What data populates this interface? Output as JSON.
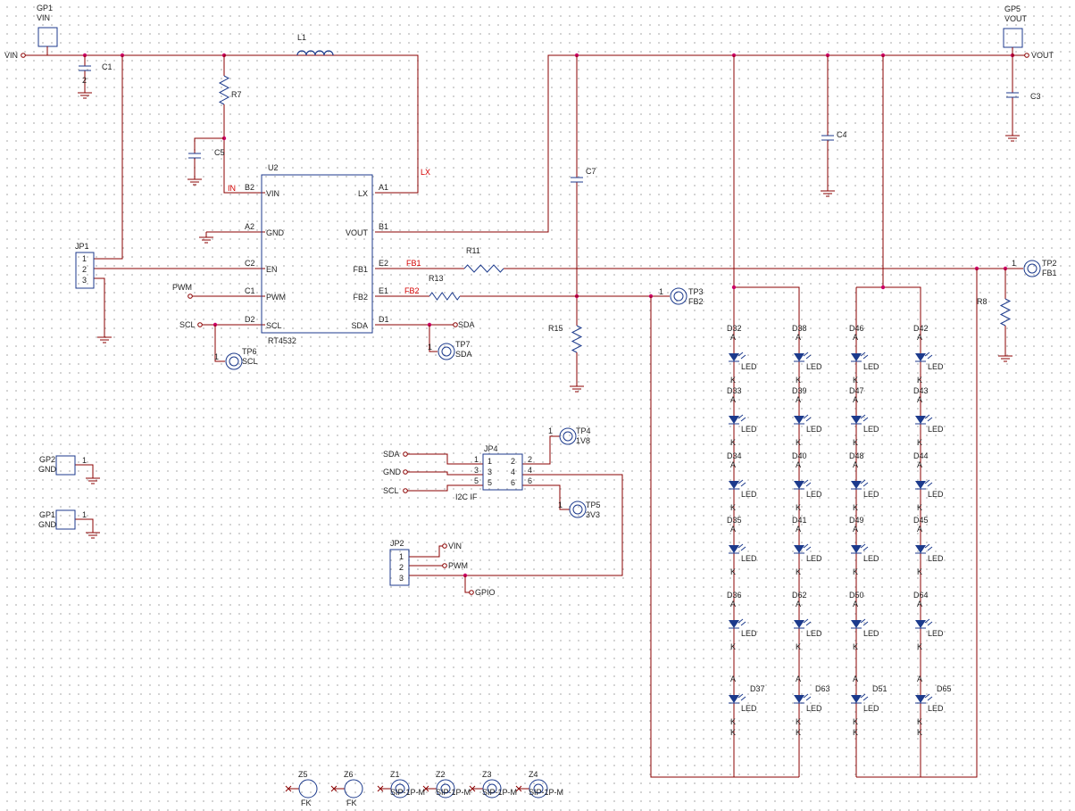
{
  "colors": {
    "wire": "#8b0000",
    "part": "#1c3a8c",
    "red_label": "#d40000",
    "text": "#222222",
    "dot": "#cc0066"
  },
  "u2": {
    "ref": "U2",
    "part": "RT4532",
    "left_pins": [
      {
        "num": "B2",
        "name": "VIN"
      },
      {
        "num": "A2",
        "name": "GND"
      },
      {
        "num": "C2",
        "name": "EN"
      },
      {
        "num": "C1",
        "name": "PWM"
      },
      {
        "num": "D2",
        "name": "SCL"
      }
    ],
    "right_pins": [
      {
        "num": "A1",
        "name": "LX"
      },
      {
        "num": "B1",
        "name": "VOUT"
      },
      {
        "num": "E2",
        "name": "FB1"
      },
      {
        "num": "E1",
        "name": "FB2"
      },
      {
        "num": "D1",
        "name": "SDA"
      }
    ]
  },
  "nets": {
    "vin": "VIN",
    "vout": "VOUT",
    "lx": "LX",
    "in": "IN",
    "fb1": "FB1",
    "fb2": "FB2",
    "pwm": "PWM",
    "scl": "SCL",
    "sda": "SDA",
    "gnd": "GND",
    "gpio": "GPIO"
  },
  "parts": {
    "l1": "L1",
    "r7": "R7",
    "r11": "R11",
    "r13": "R13",
    "r15": "R15",
    "r8": "R8",
    "c1": "C1",
    "c3": "C3",
    "c4": "C4",
    "c5": "C5",
    "c7": "C7",
    "pin1": "1",
    "pin2": "2",
    "pin3": "3",
    "pin4": "4",
    "pin5": "5",
    "pin6": "6"
  },
  "testpoints": {
    "tp2": [
      "TP2",
      "FB1"
    ],
    "tp3": [
      "TP3",
      "FB2"
    ],
    "tp4": [
      "TP4",
      "1V8"
    ],
    "tp5": [
      "TP5",
      "3V3"
    ],
    "tp6": [
      "TP6",
      "SCL"
    ],
    "tp7": [
      "TP7",
      "SDA"
    ]
  },
  "connectors": {
    "gp1_top": [
      "GP1",
      "VIN"
    ],
    "gp5": [
      "GP5",
      "VOUT"
    ],
    "gp2": [
      "GP2",
      "GND"
    ],
    "gp1_bottom": [
      "GP1",
      "GND"
    ],
    "jp1": "JP1",
    "jp4": "JP4",
    "jp4_label": "I2C IF",
    "jp2": "JP2"
  },
  "leds": {
    "kind": "LED",
    "anode": "A",
    "cathode": "K",
    "columns": [
      [
        "D32",
        "D33",
        "D34",
        "D35",
        "D36",
        "D37"
      ],
      [
        "D38",
        "D39",
        "D40",
        "D41",
        "D62",
        "D63"
      ],
      [
        "D46",
        "D47",
        "D48",
        "D49",
        "D50",
        "D51"
      ],
      [
        "D42",
        "D43",
        "D44",
        "D45",
        "D64",
        "D65"
      ]
    ]
  },
  "mounting": [
    [
      "Z5",
      "FK"
    ],
    [
      "Z6",
      "FK"
    ],
    [
      "Z1",
      "SIP-1P-M"
    ],
    [
      "Z2",
      "SIP-1P-M"
    ],
    [
      "Z3",
      "SIP-1P-M"
    ],
    [
      "Z4",
      "SIP-1P-M"
    ]
  ]
}
